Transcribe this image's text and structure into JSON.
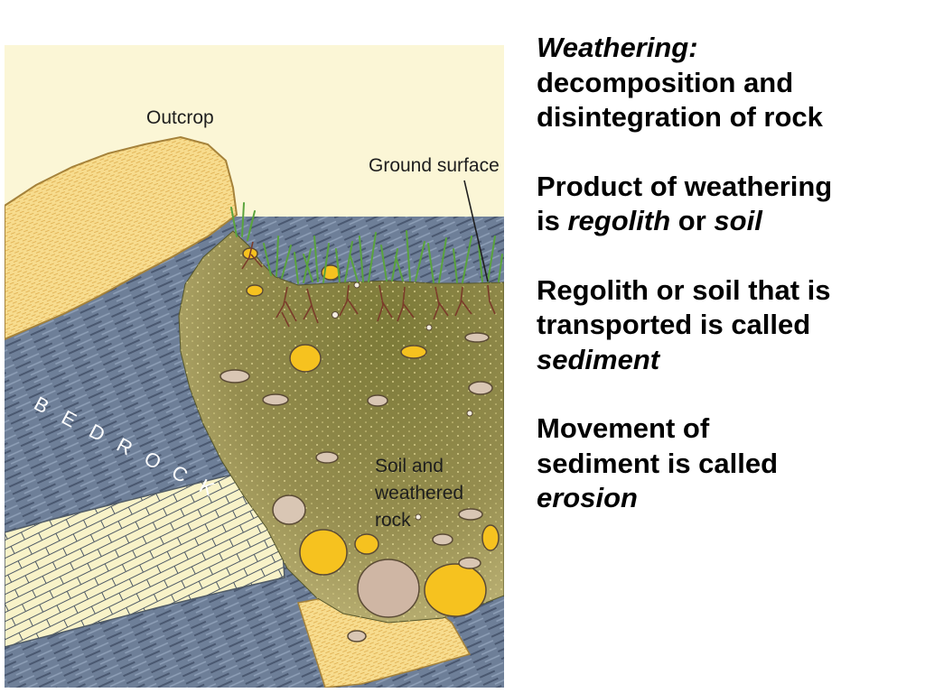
{
  "diagram": {
    "labels": {
      "outcrop": "Outcrop",
      "ground_surface": "Ground surface",
      "soil_line1": "Soil and",
      "soil_line2": "weathered",
      "soil_line3": "rock",
      "bedrock_letters": [
        "B",
        "E",
        "D",
        "R",
        "O",
        "C",
        "K"
      ]
    },
    "colors": {
      "sky": "#fbf6d6",
      "sandstone": "#f7dc8e",
      "slate": "#6e7f98",
      "limestone": "#f8f2c8",
      "soil": "#8e8748",
      "pebble_yellow": "#f6c21f",
      "root": "#7a3b2a",
      "grass": "#5aa43d"
    }
  },
  "notes": {
    "p1": {
      "heading": "Weathering:",
      "line1": "decomposition and",
      "line2": "disintegration of rock"
    },
    "p2": {
      "line1": "Product of weathering",
      "is": "is",
      "term1": "regolith",
      "or": "or",
      "term2": "soil"
    },
    "p3": {
      "line1": "Regolith or soil that is",
      "line2": "transported is called",
      "term": "sediment"
    },
    "p4": {
      "line1": "Movement of",
      "line2": "sediment is called",
      "term": "erosion"
    }
  }
}
